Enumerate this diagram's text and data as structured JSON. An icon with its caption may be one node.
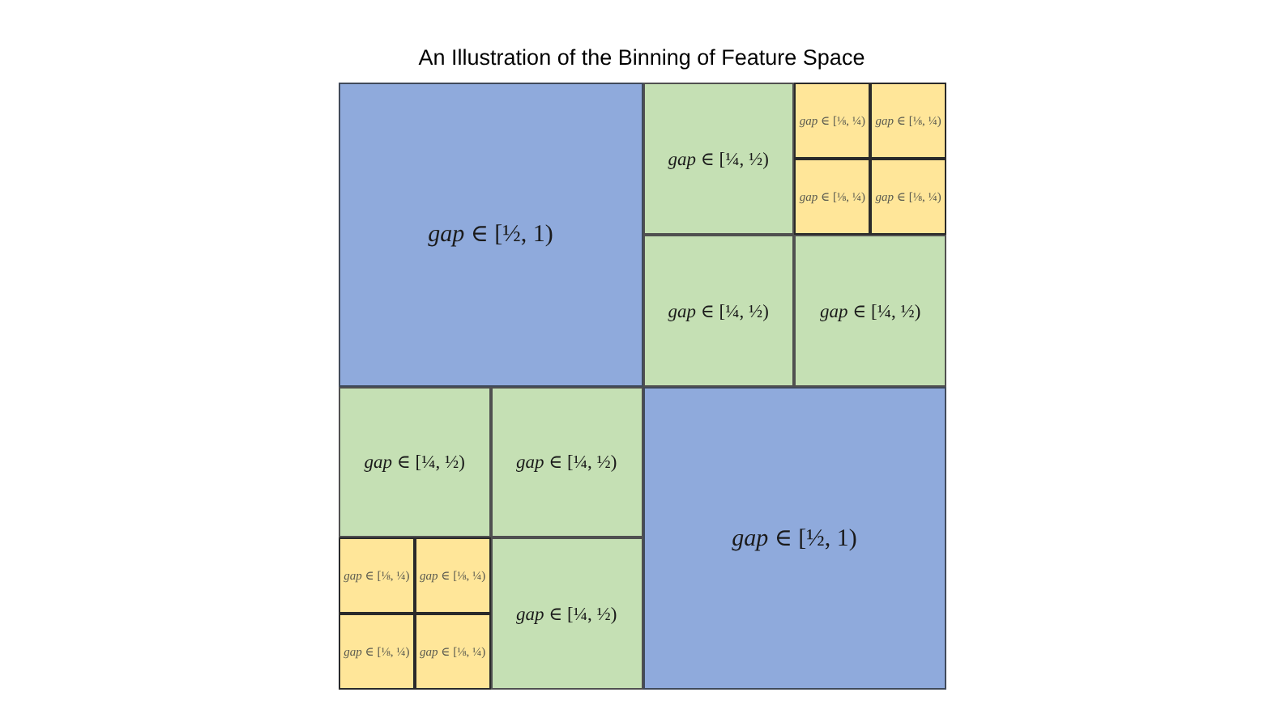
{
  "diagram": {
    "title": "An Illustration of the Binning of Feature Space",
    "nodes": [
      {
        "text": [
          "*gap* ∈ [½, 1)"
        ]
      },
      {
        "text": [
          "*gap* ∈ [¼, ½)"
        ]
      },
      {
        "text": [
          "*gap* ∈ [⅛, ¼)"
        ]
      },
      {
        "text": [
          "*gap* ∈ [⅛, ¼)"
        ]
      },
      {
        "text": [
          "*gap* ∈ [⅛, ¼)"
        ]
      },
      {
        "text": [
          "*gap* ∈ [⅛, ¼)"
        ]
      },
      {
        "text": [
          "*gap* ∈ [¼, ½)"
        ]
      },
      {
        "text": [
          "*gap* ∈ [¼, ½)"
        ]
      },
      {
        "text": [
          "*gap* ∈ [¼, ½)"
        ]
      },
      {
        "text": [
          "*gap* ∈ [¼, ½)"
        ]
      },
      {
        "text": [
          "*gap* ∈ [⅛, ¼)"
        ]
      },
      {
        "text": [
          "*gap* ∈ [⅛, ¼)"
        ]
      },
      {
        "text": [
          "*gap* ∈ [⅛, ¼)"
        ]
      },
      {
        "text": [
          "*gap* ∈ [⅛, ¼)"
        ]
      },
      {
        "text": [
          "*gap* ∈ [¼, ½)"
        ]
      },
      {
        "text": [
          "*gap* ∈ [½, 1)"
        ]
      }
    ]
  }
}
